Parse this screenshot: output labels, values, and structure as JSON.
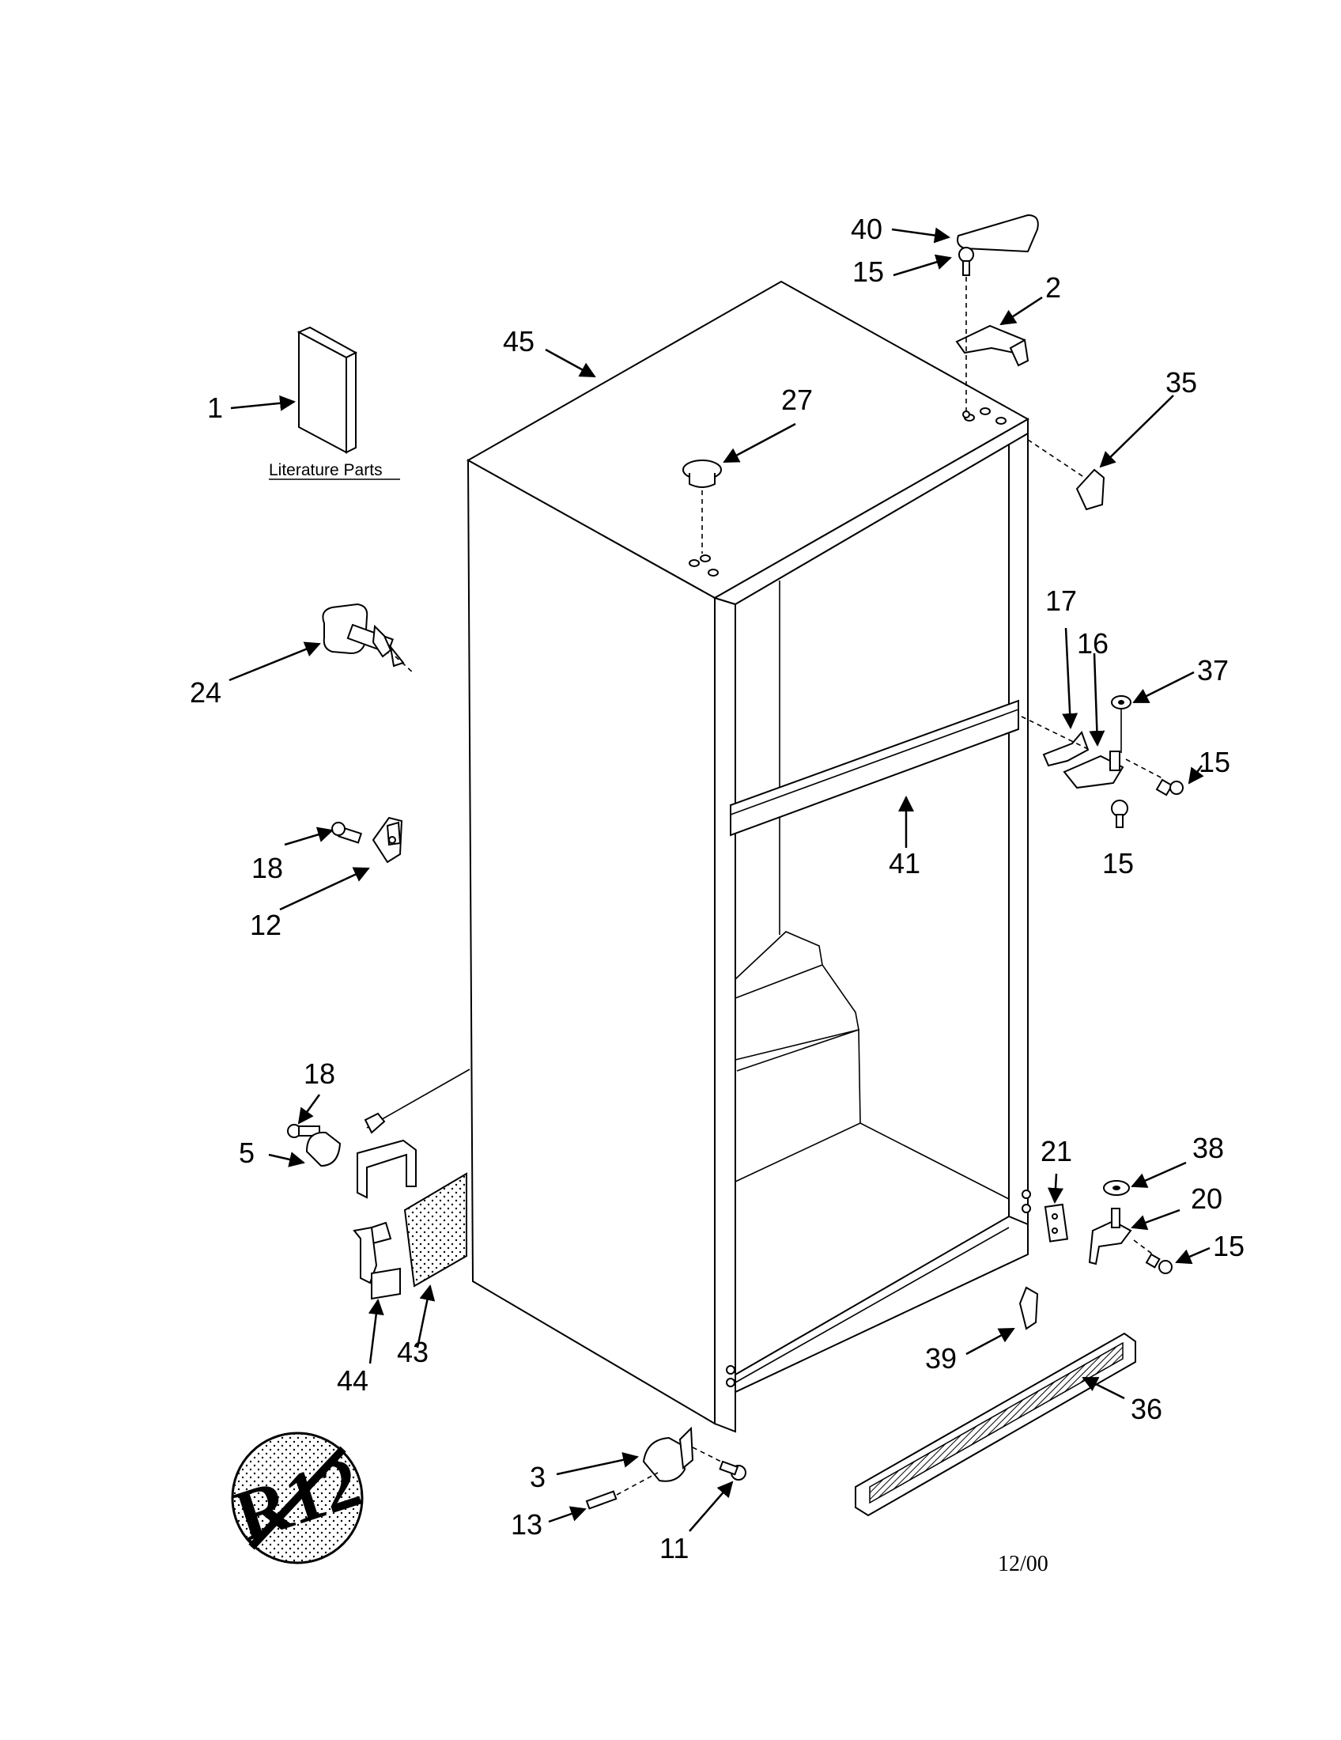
{
  "literature_caption": "Literature Parts",
  "date_code": "12/00",
  "badge_text": "R12",
  "labels": {
    "p1": "1",
    "p2": "2",
    "p3": "3",
    "p5": "5",
    "p11": "11",
    "p12": "12",
    "p13": "13",
    "p15a": "15",
    "p15b": "15",
    "p15c": "15",
    "p15d": "15",
    "p16": "16",
    "p17": "17",
    "p18a": "18",
    "p18b": "18",
    "p20": "20",
    "p21": "21",
    "p24": "24",
    "p27": "27",
    "p35": "35",
    "p36": "36",
    "p37": "37",
    "p38": "38",
    "p39": "39",
    "p40": "40",
    "p41": "41",
    "p43": "43",
    "p44": "44",
    "p45": "45"
  }
}
